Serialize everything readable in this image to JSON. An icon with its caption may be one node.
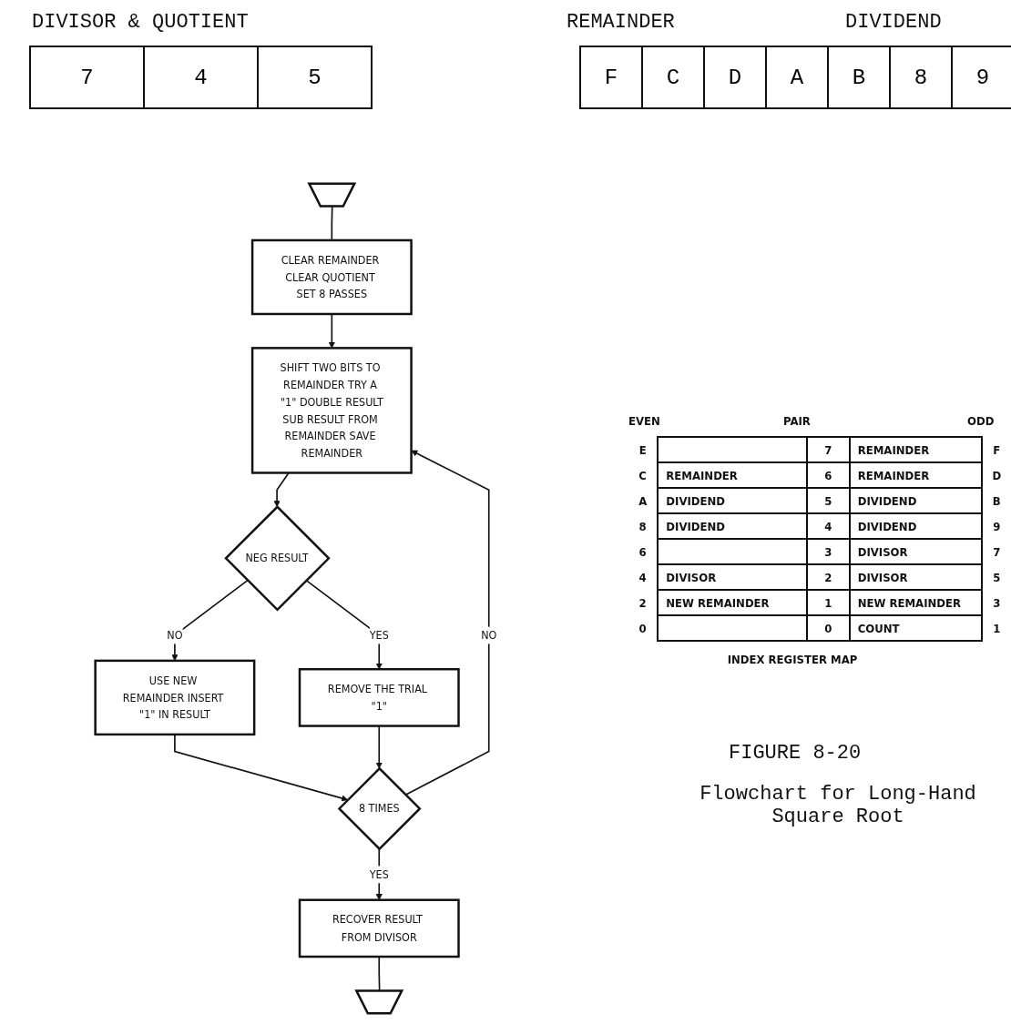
{
  "diagram": {
    "caption": "Flowchart for Long-Hand Square Root",
    "nodes": [
      {
        "text": [],
        "shape": "pentagon"
      },
      {
        "text": [
          "CLEAR REMAINDER CLEAR QUOTIENT SET 8 PASSES"
        ]
      },
      {
        "text": [
          "SHIFT TWO BITS TO REMAINDER TRY A \"1\" DOUBLE RESULT",
          "SUB RESULT FROM REMAINDER SAVE REMAINDER"
        ]
      },
      {
        "text": [
          "NEG RESULT"
        ]
      },
      {
        "text": [
          "USE NEW REMAINDER INSERT \"1\" IN RESULT"
        ]
      },
      {
        "text": [
          "REMOVE THE TRIAL \"1\""
        ]
      },
      {
        "text": [
          "8 TIMES"
        ]
      },
      {
        "text": [
          "RECOVER RESULT FROM DIVISOR"
        ]
      },
      {
        "text": [],
        "shape": "pentagon"
      }
    ],
    "edges": [
      {
        "from": 0,
        "to": 1,
        "arrow": "none"
      },
      {
        "from": 1,
        "to": 2,
        "arrow": "to"
      },
      {
        "from": 2,
        "to": 3,
        "arrow": "to"
      },
      {
        "from": 3,
        "to": 4,
        "arrow": "to",
        "label": "NO"
      },
      {
        "from": 3,
        "to": 5,
        "arrow": "to",
        "label": "YES"
      },
      {
        "from": 4,
        "to": 6,
        "arrow": "to"
      },
      {
        "from": 5,
        "to": 6,
        "arrow": "to"
      },
      {
        "from": 6,
        "to": 2,
        "arrow": "to",
        "label": "NO"
      },
      {
        "from": 6,
        "to": 7,
        "arrow": "to",
        "label": "YES"
      },
      {
        "from": 7,
        "to": 8,
        "arrow": "none"
      }
    ],
    "labels": [
      "DIVISOR & QUOTIENT",
      "REMAINDER",
      "DIVIDEND",
      "7",
      "4",
      "5",
      "F",
      "C",
      "D",
      "A",
      "B",
      "8",
      "9",
      "EVEN",
      "PAIR",
      "ODD",
      "E",
      "7",
      "REMAINDER",
      "F",
      "C",
      "REMAINDER",
      "6",
      "REMAINDER",
      "D",
      "A",
      "DIVIDEND",
      "5",
      "DIVIDEND",
      "B",
      "8",
      "DIVIDEND",
      "4",
      "DIVIDEND",
      "9",
      "6",
      "3",
      "DIVISOR",
      "7",
      "4",
      "DIVISOR",
      "2",
      "DIVISOR",
      "5",
      "2",
      "NEW REMAINDER",
      "1",
      "NEW REMAINDER",
      "3",
      "0",
      "0",
      "COUNT",
      "1",
      "INDEX REGISTER MAP",
      "FIGURE 8-20"
    ]
  }
}
